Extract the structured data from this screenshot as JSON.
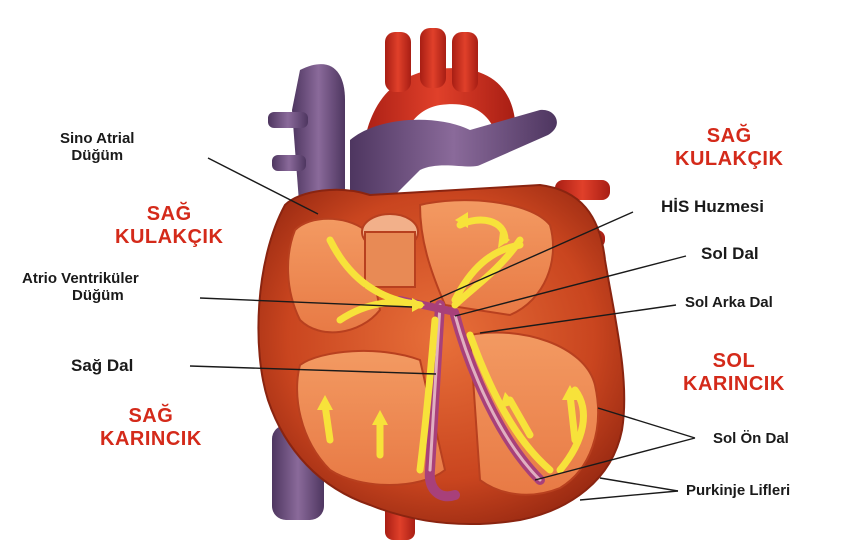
{
  "labels": {
    "sino_atrial": [
      "Sino Atrial",
      "Düğüm"
    ],
    "right_atrium": [
      "SAĞ",
      "KULAKÇIK"
    ],
    "left_atrium": [
      "SAĞ",
      "KULAKÇIK"
    ],
    "av_node": [
      "Atrio Ventriküler",
      "Düğüm"
    ],
    "right_bundle": "Sağ Dal",
    "right_ventricle": [
      "SAĞ",
      "KARINCIK"
    ],
    "his_bundle": "HİS Huzmesi",
    "left_bundle": "Sol Dal",
    "left_posterior": "Sol Arka Dal",
    "left_ventricle": [
      "SOL",
      "KARINCIK"
    ],
    "left_anterior": "Sol Ön Dal",
    "purkinje": "Purkinje Lifleri"
  },
  "colors": {
    "label_red": "#d42a1a",
    "label_black": "#1a1a1a",
    "muscle": "#d8552a",
    "vessel_blue": "#6a4a7a",
    "conduction_yellow": "#f7e23a"
  }
}
